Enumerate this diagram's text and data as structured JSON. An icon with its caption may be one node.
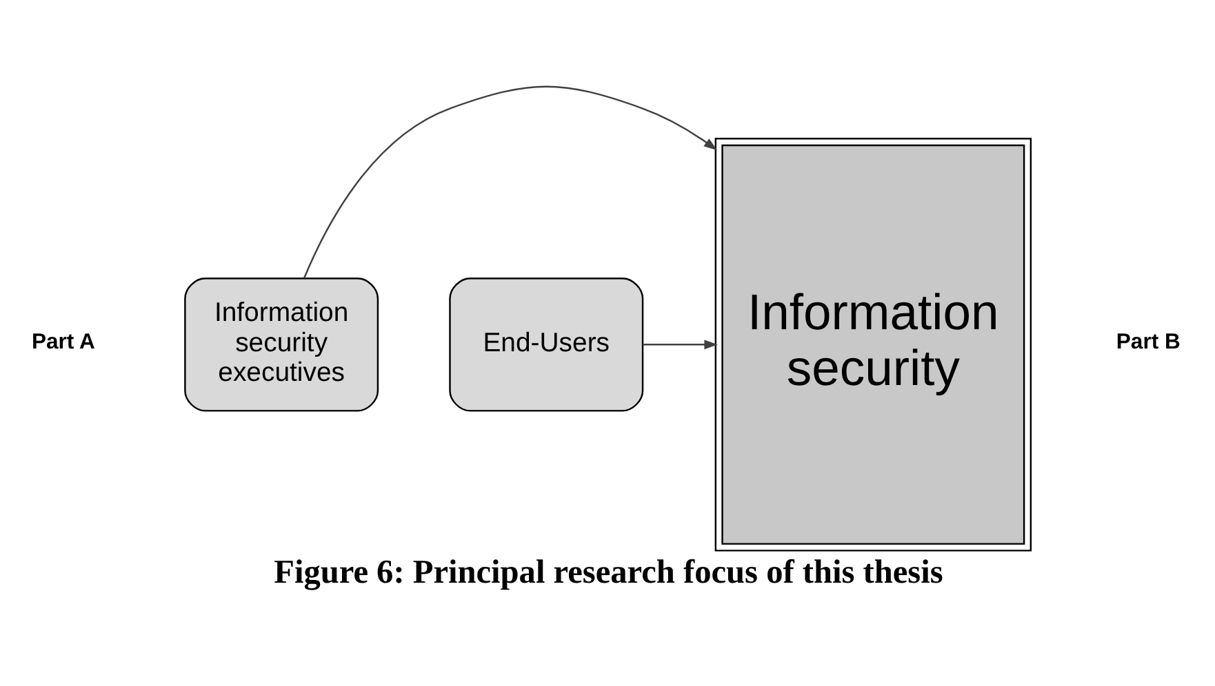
{
  "diagram": {
    "caption": "Figure 6: Principal research focus of this thesis",
    "nodes": [
      {
        "text": [
          "Information security executives"
        ]
      },
      {
        "text": [
          "Information security"
        ]
      },
      {
        "text": [
          "End-Users"
        ]
      }
    ],
    "edges": [
      {
        "from": 0,
        "to": 1,
        "arrow": "to"
      },
      {
        "from": 2,
        "to": 1,
        "arrow": "to"
      }
    ],
    "labels": [
      "Part A",
      "Part B"
    ]
  }
}
